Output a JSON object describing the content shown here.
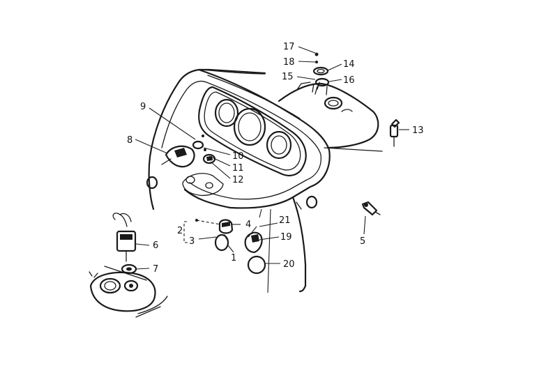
{
  "callouts": {
    "c1": "1",
    "c2": "2",
    "c3": "3",
    "c4": "4",
    "c5": "5",
    "c6": "6",
    "c7": "7",
    "c8": "8",
    "c9": "9",
    "c10": "10",
    "c11": "11",
    "c12": "12",
    "c13": "13",
    "c14": "14",
    "c15": "15",
    "c16": "16",
    "c17": "17",
    "c18": "18",
    "c19": "19",
    "c20": "20",
    "c21": "21"
  },
  "colors": {
    "ink": "#1a1a1a",
    "paper": "#ffffff"
  }
}
